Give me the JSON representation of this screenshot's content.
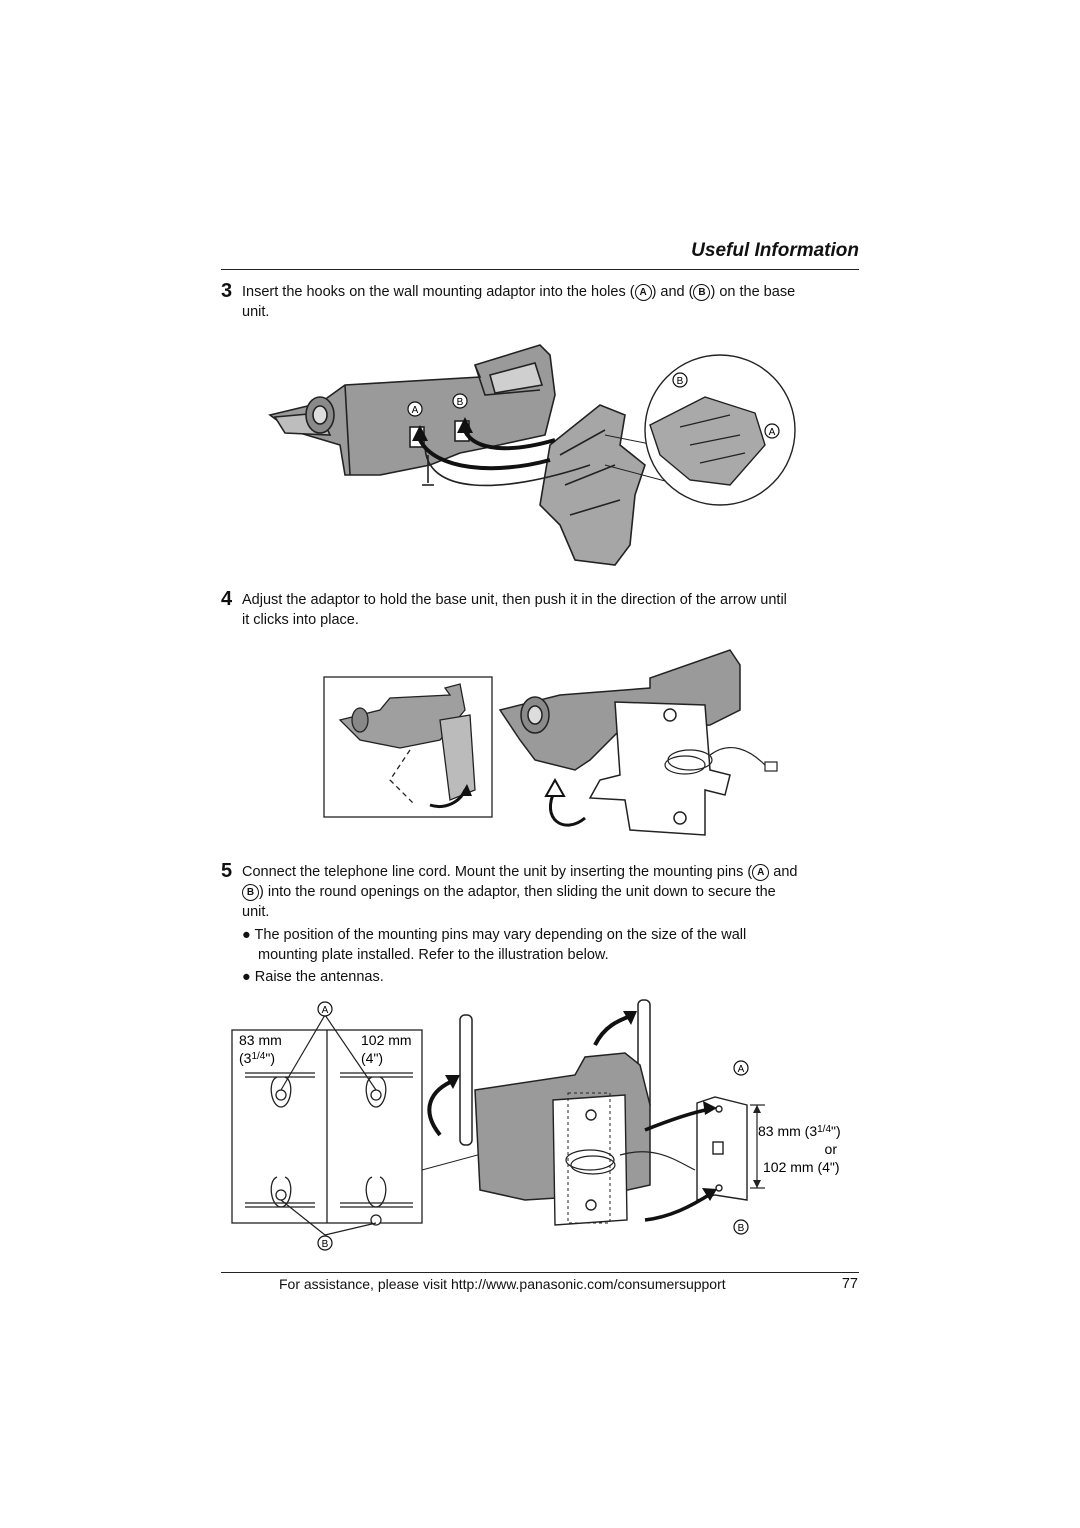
{
  "header": {
    "section_title": "Useful Information"
  },
  "step3": {
    "number": "3",
    "line1_a": "Insert the hooks on the wall mounting adaptor into the holes (",
    "line1_b": ") and (",
    "line1_c": ") on the base",
    "line2": "unit.",
    "callout_a": "A",
    "callout_b": "B"
  },
  "step4": {
    "number": "4",
    "line1": "Adjust the adaptor to hold the base unit, then push it in the direction of the arrow until",
    "line2": "it clicks into place."
  },
  "step5": {
    "number": "5",
    "line1_a": "Connect the telephone line cord. Mount the unit by inserting the mounting pins (",
    "line1_b": " and",
    "line2": ") into the round openings on the adaptor, then sliding the unit down to secure the",
    "line3": "unit.",
    "bullet_symbol": "●",
    "bullet1_line1": "The position of the mounting pins may vary depending on the size of the wall",
    "bullet1_line2": "mounting plate installed. Refer to the illustration below.",
    "bullet2": "Raise the antennas.",
    "callout_a": "A",
    "callout_b": "B"
  },
  "figure3": {
    "callout_a": "A",
    "callout_b": "B"
  },
  "figure5": {
    "callout_a": "A",
    "callout_b": "B",
    "left_mm": "83 mm",
    "left_in_whole": "3",
    "left_in_frac": "1/4",
    "left_in_close": "\")",
    "left_in_open": "(",
    "right_mm": "102 mm",
    "right_in": "(4\")",
    "dim_line1_mm": "83 mm (3",
    "dim_line1_frac": "1/4",
    "dim_line1_close": "\")",
    "dim_or": "or",
    "dim_line3": "102 mm (4\")"
  },
  "footer": {
    "assistance_text": "For assistance, please visit http://www.panasonic.com/consumersupport",
    "page_number": "77"
  }
}
